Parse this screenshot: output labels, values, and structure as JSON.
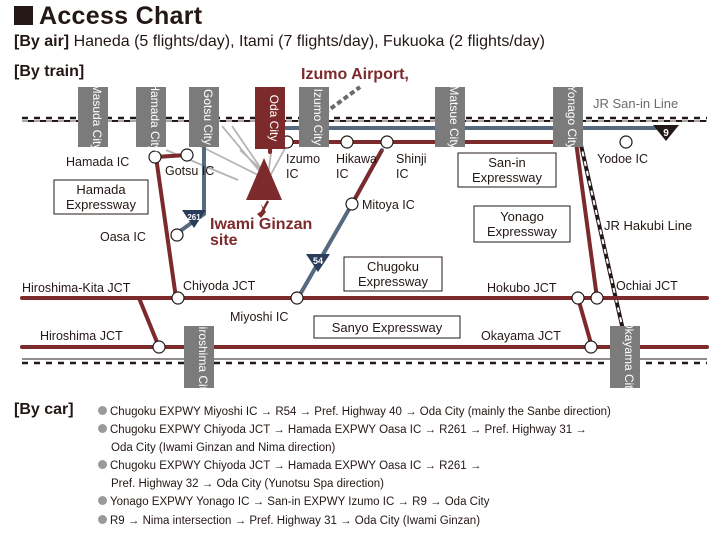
{
  "title": "Access Chart",
  "air": {
    "label": "[By air]",
    "text": " Haneda (5 flights/day), Itami (7 flights/day), Fukuoka (2 flights/day)"
  },
  "train_label": "[By train]",
  "car_label": "[By car]",
  "airport": "Izumo Airport,",
  "rail_lines": {
    "san_in": "JR San-in Line",
    "hakubi": "JR Hakubi Line"
  },
  "cities": {
    "masuda": "Masuda City",
    "hamada": "Hamada City",
    "gotsu": "Gotsu City",
    "oda": "Oda City",
    "izumo": "Izumo City",
    "matsue": "Matsue City",
    "yonago": "Yonago City",
    "hiroshima": "Hiroshima City",
    "okayama": "Okayama City"
  },
  "site": {
    "line1": "Iwami Ginzan",
    "line2": "site"
  },
  "interchanges": {
    "hamada_ic": "Hamada IC",
    "gotsu_ic": "Gotsu IC",
    "izumo_ic_1": "Izumo",
    "izumo_ic_2": "IC",
    "hikawa_ic_1": "Hikawa",
    "hikawa_ic_2": "IC",
    "shinji_ic_1": "Shinji",
    "shinji_ic_2": "IC",
    "yodoe_ic": "Yodoe IC",
    "oasa_ic": "Oasa IC",
    "mitoya_ic": "Mitoya IC",
    "hiroshima_kita_jct": "Hiroshima-Kita JCT",
    "chiyoda_jct": "Chiyoda JCT",
    "miyoshi_ic": "Miyoshi IC",
    "hokubo_jct": "Hokubo JCT",
    "ochiai_jct": "Ochiai JCT",
    "hiroshima_jct": "Hiroshima JCT",
    "okayama_jct": "Okayama JCT"
  },
  "expressways": {
    "hamada_1": "Hamada",
    "hamada_2": "Expressway",
    "san_in_1": "San-in",
    "san_in_2": "Expressway",
    "yonago_1": "Yonago",
    "yonago_2": "Expressway",
    "chugoku_1": "Chugoku",
    "chugoku_2": "Expressway",
    "sanyo": "Sanyo Expressway"
  },
  "route_badges": {
    "r9": "9",
    "r261": "261",
    "r54": "54"
  },
  "car_routes": [
    [
      "Chugoku EXPWY Miyoshi IC → R54 → Pref. Highway 40 → Oda City (mainly the Sanbe direction)"
    ],
    [
      "Chugoku EXPWY Chiyoda JCT → Hamada EXPWY Oasa IC → R261 → Pref. Highway 31 →",
      "Oda City (Iwami Ginzan and Nima direction)"
    ],
    [
      "Chugoku EXPWY Chiyoda JCT → Hamada EXPWY Oasa IC → R261 →",
      "Pref. Highway 32 → Oda City (Yunotsu Spa direction)"
    ],
    [
      "Yonago EXPWY Yonago IC → San-in EXPWY Izumo IC → R9 → Oda City"
    ],
    [
      "R9 → Nima intersection → Pref. Highway 31 → Oda City (Iwami Ginzan)"
    ]
  ],
  "colors": {
    "expressway": "#7d2a2c",
    "national_route": "#566a7f",
    "city_box": "#7b7b7b",
    "oda_box": "#7d2a2c",
    "rail": "#231815",
    "bullet": "#9a9a9a"
  }
}
